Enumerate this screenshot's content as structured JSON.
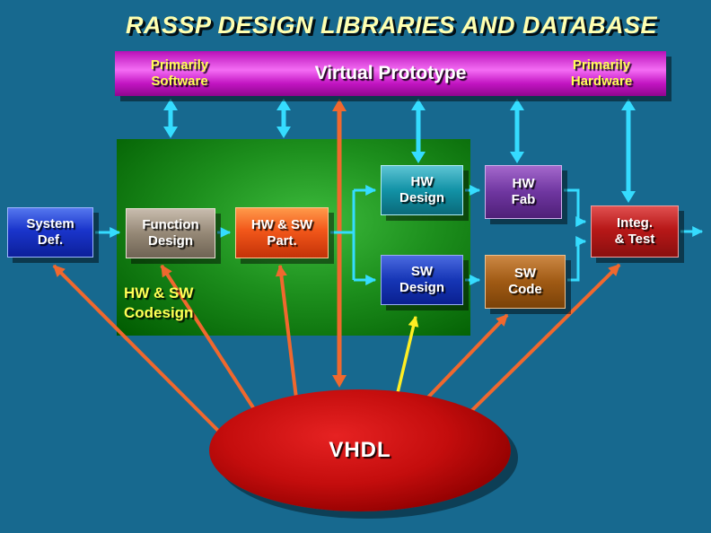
{
  "title": "RASSP DESIGN LIBRARIES AND DATABASE",
  "prototype_bar": {
    "left_label": "Primarily\nSoftware",
    "center_label": "Virtual Prototype",
    "right_label": "Primarily\nHardware"
  },
  "codesign_region": {
    "label": "HW & SW\nCodesign"
  },
  "boxes": {
    "system_def": "System\nDef.",
    "function_design": "Function\nDesign",
    "hw_sw_part": "HW & SW\nPart.",
    "hw_design": "HW\nDesign",
    "sw_design": "SW\nDesign",
    "hw_fab": "HW\nFab",
    "sw_code": "SW\nCode",
    "integ_test": "Integ.\n& Test"
  },
  "vhdl": {
    "label": "VHDL"
  },
  "colors": {
    "background": "#17698f",
    "title_yellow": "#ffffb0",
    "bar_magenta": "#c215c2",
    "green_region": "#1d8f1d",
    "vhdl_red": "#c40d0d",
    "arrow_cyan": "#35dcff",
    "arrow_orange": "#f0682e",
    "arrow_yellow": "#ffee22",
    "label_yellow": "#ffff55"
  }
}
